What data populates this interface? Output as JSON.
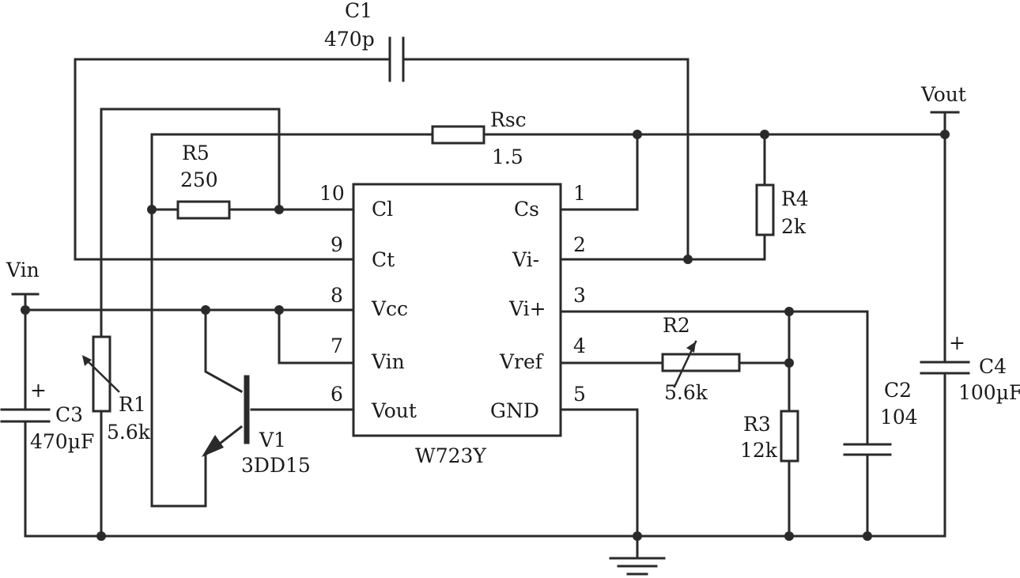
{
  "components": {
    "c1": {
      "ref": "C1",
      "value": "470p"
    },
    "rsc": {
      "ref": "Rsc",
      "value": "1.5"
    },
    "r5": {
      "ref": "R5",
      "value": "250"
    },
    "r4": {
      "ref": "R4",
      "value": "2k"
    },
    "r2": {
      "ref": "R2",
      "value": "5.6k"
    },
    "r3": {
      "ref": "R3",
      "value": "12k"
    },
    "c2": {
      "ref": "C2",
      "value": "104"
    },
    "c4": {
      "ref": "C4",
      "value": "100µF",
      "polarity": "+"
    },
    "c3": {
      "ref": "C3",
      "value": "470µF",
      "polarity": "+"
    },
    "r1": {
      "ref": "R1",
      "value": "5.6k"
    },
    "v1": {
      "ref": "V1",
      "value": "3DD15"
    }
  },
  "ic": {
    "name": "W723Y",
    "left_pins": [
      {
        "num": "10",
        "name": "Cl"
      },
      {
        "num": "9",
        "name": "Ct"
      },
      {
        "num": "8",
        "name": "Vcc"
      },
      {
        "num": "7",
        "name": "Vin"
      },
      {
        "num": "6",
        "name": "Vout"
      }
    ],
    "right_pins": [
      {
        "num": "1",
        "name": "Cs"
      },
      {
        "num": "2",
        "name": "Vi-"
      },
      {
        "num": "3",
        "name": "Vi+"
      },
      {
        "num": "4",
        "name": "Vref"
      },
      {
        "num": "5",
        "name": "GND"
      }
    ]
  },
  "terminals": {
    "vin": "Vin",
    "vout": "Vout"
  }
}
